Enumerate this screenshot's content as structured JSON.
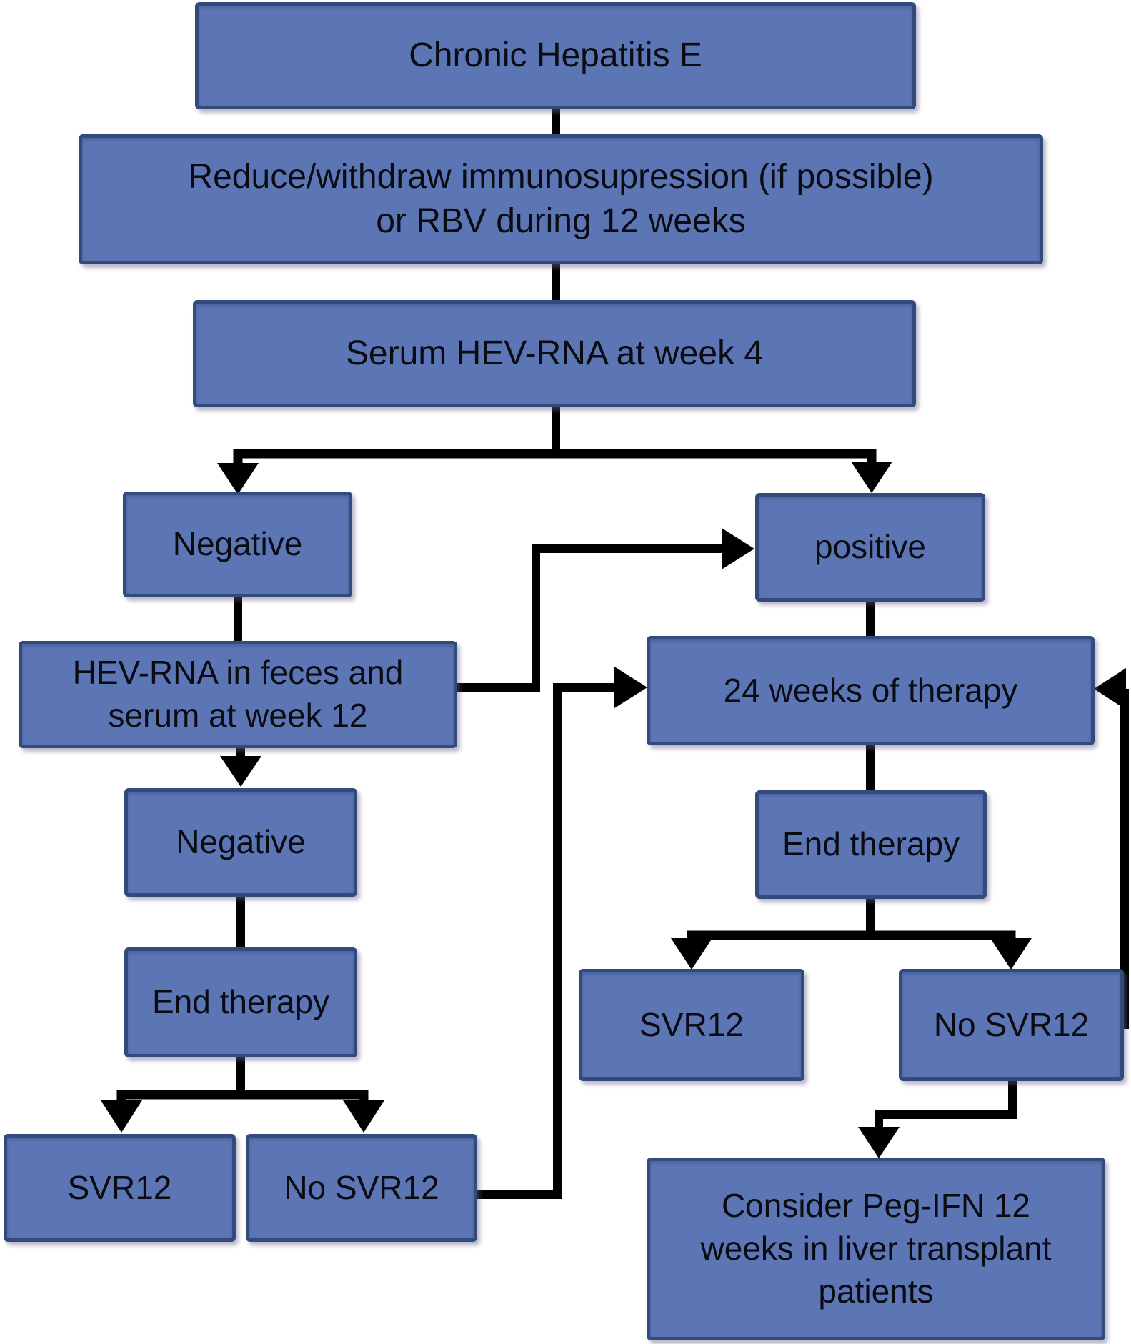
{
  "title": "Chronic Hepatitis E treatment flowchart",
  "colors": {
    "box_fill": "#5b75b5",
    "box_border": "#324a7c",
    "line": "#000000",
    "text_color": "#0b0b12",
    "page_bg": "#ffffff"
  },
  "nodes": {
    "chronic": "Chronic Hepatitis E",
    "reduce": "Reduce/withdraw immunosupression (if possible)\nor RBV during 12 weeks",
    "serum": "Serum HEV-RNA at week 4",
    "negative1": "Negative",
    "positive": "positive",
    "hev_feces": "HEV-RNA in feces and\nserum at week 12",
    "weeks24": "24 weeks of therapy",
    "negative2": "Negative",
    "end_therapy_right": "End therapy",
    "end_therapy_left": "End therapy",
    "svr12_right": "SVR12",
    "no_svr12_right": "No SVR12",
    "svr12_left": "SVR12",
    "no_svr12_left": "No SVR12",
    "consider": "Consider Peg-IFN 12\nweeks in liver transplant\npatients"
  }
}
